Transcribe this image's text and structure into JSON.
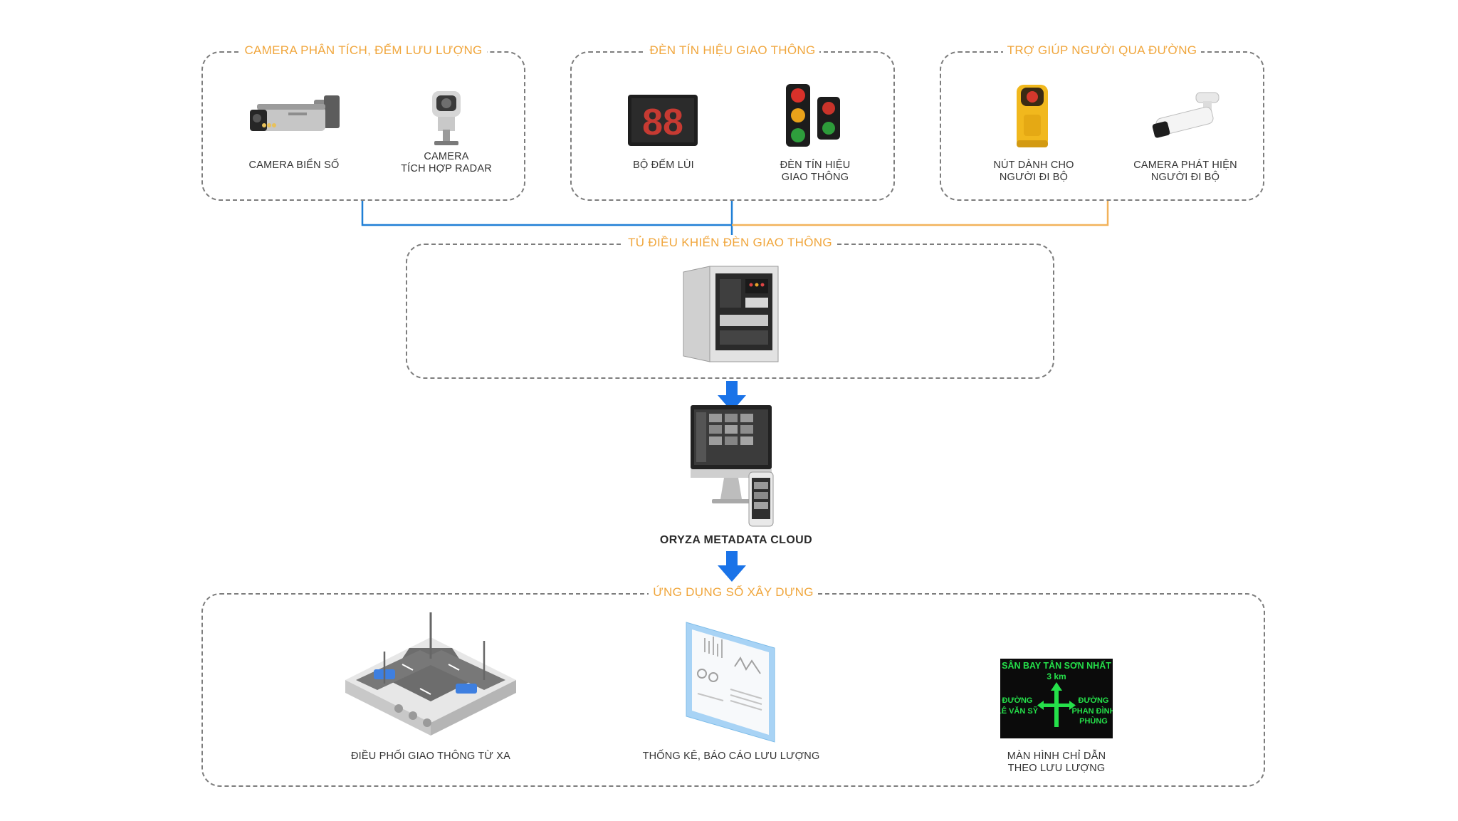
{
  "groups": {
    "camera": {
      "title": "CAMERA PHÂN TÍCH, ĐẾM LƯU LƯỢNG",
      "items": [
        {
          "label": "CAMERA BIỂN SỐ"
        },
        {
          "label": "CAMERA\nTÍCH HỢP RADAR"
        }
      ]
    },
    "signal": {
      "title": "ĐÈN TÍN HIỆU GIAO THÔNG",
      "items": [
        {
          "label": "BỘ ĐẾM LÙI"
        },
        {
          "label": "ĐÈN TÍN HIỆU\nGIAO THÔNG"
        }
      ]
    },
    "pedestrian": {
      "title": "TRỢ GIÚP NGƯỜI QUA ĐƯỜNG",
      "items": [
        {
          "label": "NÚT DÀNH CHO\nNGƯỜI ĐI BỘ"
        },
        {
          "label": "CAMERA PHÁT HIỆN\nNGƯỜI ĐI BỘ"
        }
      ]
    },
    "controller": {
      "title": "TỦ ĐIỀU KHIỂN ĐÈN GIAO THÔNG"
    },
    "apps": {
      "title": "ỨNG DỤNG SỐ XÂY DỰNG",
      "items": [
        {
          "label": "ĐIỀU PHỐI GIAO THÔNG TỪ XA"
        },
        {
          "label": "THỐNG KÊ, BÁO CÁO LƯU LƯỢNG"
        },
        {
          "label": "MÀN HÌNH CHỈ DẪN\nTHEO LƯU LƯỢNG"
        }
      ]
    }
  },
  "cloud": {
    "label": "ORYZA METADATA CLOUD"
  },
  "sign": {
    "top": "SÂN BAY TÂN SƠN NHẤT",
    "distance": "3 km",
    "left_line1": "ĐƯỜNG",
    "left_line2": "LÊ VĂN SỸ",
    "right_line1": "ĐƯỜNG",
    "right_line2": "PHAN ĐÌNH",
    "right_line3": "PHÙNG"
  },
  "countdown": {
    "digits": "88"
  },
  "colors": {
    "title_orange": "#f0a63c",
    "connector_blue": "#1f7fd6",
    "connector_orange": "#f2b25a",
    "arrow_blue": "#1a73e8",
    "border_gray": "#7d7d7d",
    "sign_green": "#25e04a"
  }
}
